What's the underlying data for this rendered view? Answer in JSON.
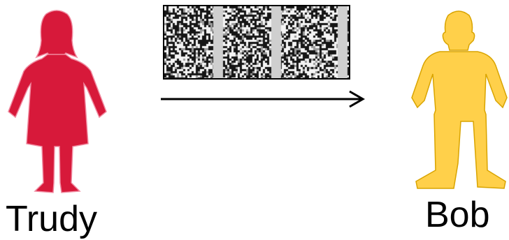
{
  "sender": {
    "name": "Trudy",
    "color": "#d7193a",
    "outline": "#f08aa0"
  },
  "receiver": {
    "name": "Bob",
    "color": "#ffd04a",
    "outline": "#d9a400"
  },
  "packet": {
    "segments": 3,
    "separator_color": "#cfcfcf",
    "pattern": "random-noise"
  },
  "arrow": {
    "direction": "right",
    "color": "#000000"
  }
}
